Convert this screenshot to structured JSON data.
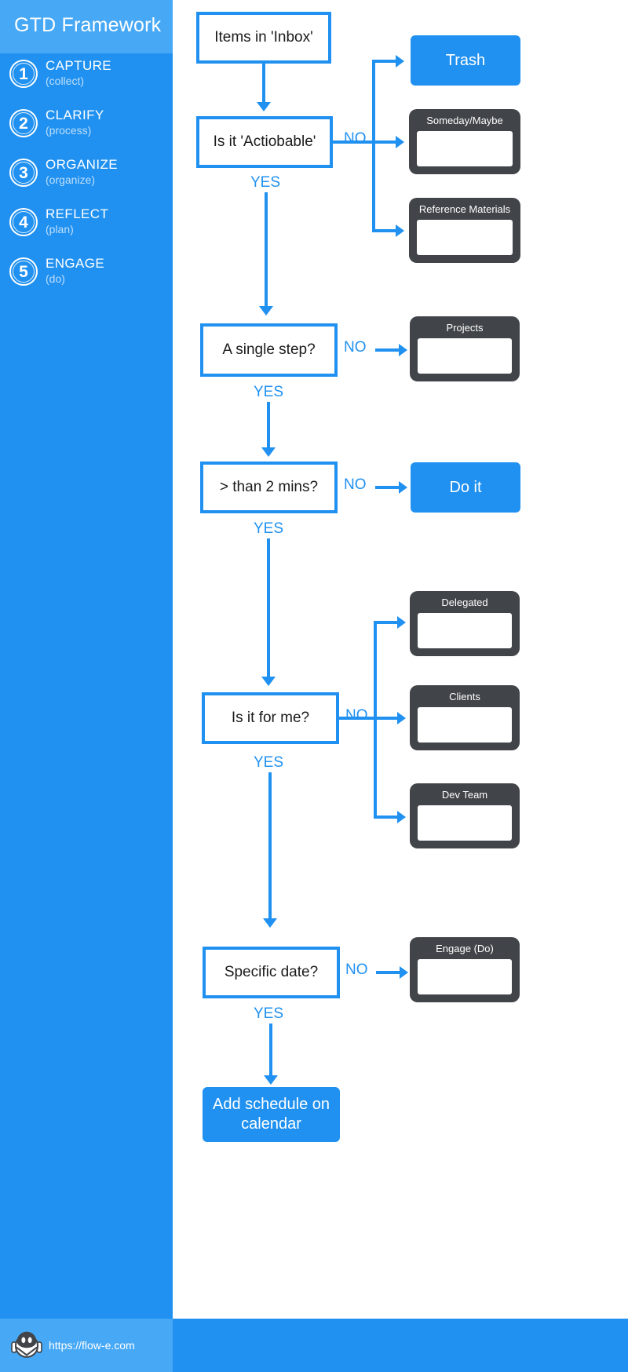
{
  "sidebar": {
    "title": "GTD Framework",
    "steps": [
      {
        "num": "1",
        "name": "CAPTURE",
        "sub": "(collect)"
      },
      {
        "num": "2",
        "name": "CLARIFY",
        "sub": "(process)"
      },
      {
        "num": "3",
        "name": "ORGANIZE",
        "sub": "(organize)"
      },
      {
        "num": "4",
        "name": "REFLECT",
        "sub": "(plan)"
      },
      {
        "num": "5",
        "name": "ENGAGE",
        "sub": "(do)"
      }
    ],
    "footer": {
      "url": "https://flow-e.com",
      "logo_icon": "robot-mascot-icon"
    }
  },
  "colors": {
    "accent": "#2091f0",
    "sidebar": "#2091f0",
    "sidebar_band": "#47a8f5",
    "card": "#414549",
    "canvas": "#ffffff"
  },
  "flow": {
    "start": "Items in 'Inbox'",
    "decisions": [
      {
        "text": "Is it 'Actiobable'",
        "yes": "YES",
        "no": "NO"
      },
      {
        "text": "A single step?",
        "yes": "YES",
        "no": "NO"
      },
      {
        "text": "> than 2 mins?",
        "yes": "YES",
        "no": "NO"
      },
      {
        "text": "Is it for me?",
        "yes": "YES",
        "no": "NO"
      },
      {
        "text": "Specific date?",
        "yes": "YES",
        "no": "NO"
      }
    ],
    "actions": [
      {
        "text": "Trash"
      },
      {
        "text": "Do it"
      },
      {
        "text": "Add schedule on calendar"
      }
    ],
    "cards": [
      {
        "title": "Someday/Maybe"
      },
      {
        "title": "Reference Materials"
      },
      {
        "title": "Projects"
      },
      {
        "title": "Delegated"
      },
      {
        "title": "Clients"
      },
      {
        "title": "Dev Team"
      },
      {
        "title": "Engage (Do)"
      }
    ]
  }
}
